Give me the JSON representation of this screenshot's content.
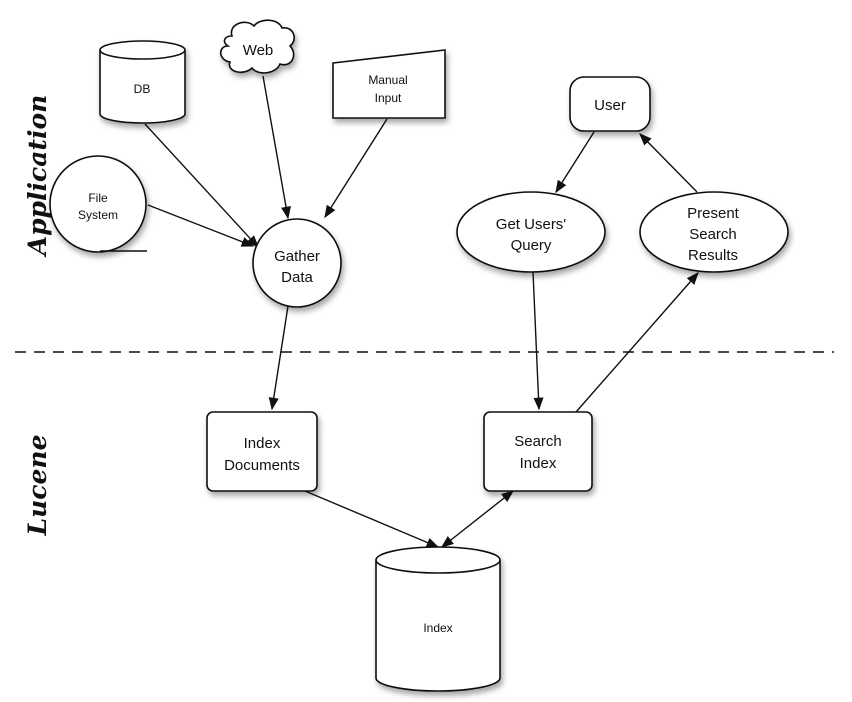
{
  "sections": {
    "application": "Application",
    "lucene": "Lucene"
  },
  "nodes": {
    "db": "DB",
    "web": "Web",
    "manual_input": [
      "Manual",
      "Input"
    ],
    "file_system": [
      "File",
      "System"
    ],
    "gather_data": [
      "Gather",
      "Data"
    ],
    "user": "User",
    "get_users_query": [
      "Get Users'",
      "Query"
    ],
    "present_search_results": [
      "Present",
      "Search",
      "Results"
    ],
    "index_documents": [
      "Index",
      "Documents"
    ],
    "search_index": [
      "Search",
      "Index"
    ],
    "index": "Index"
  },
  "edges": [
    {
      "from": "DB",
      "to": "Gather Data"
    },
    {
      "from": "Web",
      "to": "Gather Data"
    },
    {
      "from": "Manual Input",
      "to": "Gather Data"
    },
    {
      "from": "File System",
      "to": "Gather Data"
    },
    {
      "from": "Gather Data",
      "to": "Index Documents"
    },
    {
      "from": "User",
      "to": "Get Users' Query"
    },
    {
      "from": "Present Search Results",
      "to": "User"
    },
    {
      "from": "Get Users' Query",
      "to": "Search Index"
    },
    {
      "from": "Search Index",
      "to": "Present Search Results"
    },
    {
      "from": "Index Documents",
      "to": "Index"
    },
    {
      "from": "Index",
      "to": "Search Index",
      "bidirectional": true
    }
  ]
}
